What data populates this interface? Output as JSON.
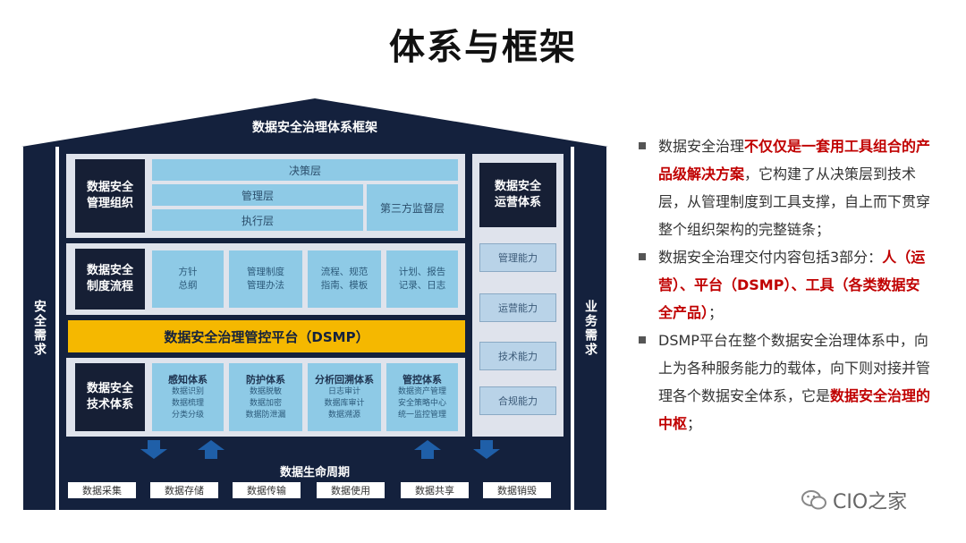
{
  "page_title": "体系与框架",
  "framework": {
    "roof_title": "数据安全治理体系框架",
    "left_pillar": "安全需求",
    "right_pillar": "业务需求",
    "org": {
      "label": "数据安全\n管理组织",
      "decision": "决策层",
      "management": "管理层",
      "execution": "执行层",
      "third_party": "第三方监督层"
    },
    "process": {
      "label": "数据安全\n制度流程",
      "cells": [
        {
          "line1": "方针",
          "line2": "总纲"
        },
        {
          "line1": "管理制度",
          "line2": "管理办法"
        },
        {
          "line1": "流程、规范",
          "line2": "指南、模板"
        },
        {
          "line1": "计划、报告",
          "line2": "记录、日志"
        }
      ]
    },
    "platform": "数据安全治理管控平台（DSMP）",
    "tech": {
      "label": "数据安全\n技术体系",
      "cells": [
        {
          "head": "感知体系",
          "lines": [
            "数据识别",
            "数据梳理",
            "分类分级"
          ]
        },
        {
          "head": "防护体系",
          "lines": [
            "数据脱敏",
            "数据加密",
            "数据防泄漏"
          ]
        },
        {
          "head": "分析回溯体系",
          "lines": [
            "日志审计",
            "数据库审计",
            "数据溯源"
          ]
        },
        {
          "head": "管控体系",
          "lines": [
            "数据资产管理",
            "安全策略中心",
            "统一监控管理"
          ]
        }
      ]
    },
    "ops": {
      "label": "数据安全\n运营体系",
      "capabilities": [
        "管理能力",
        "运营能力",
        "技术能力",
        "合规能力"
      ]
    },
    "lifecycle": {
      "title": "数据生命周期",
      "stages": [
        "数据采集",
        "数据存储",
        "数据传输",
        "数据使用",
        "数据共享",
        "数据销毁"
      ]
    }
  },
  "bullets": [
    {
      "parts": [
        {
          "t": "数据安全治理",
          "red": false
        },
        {
          "t": "不仅仅是一套用工具组合的产品级解决方案",
          "red": true
        },
        {
          "t": "，它构建了从决策层到技术层，从管理制度到工具支撑，自上而下贯穿整个组织架构的完整链条；",
          "red": false
        }
      ]
    },
    {
      "parts": [
        {
          "t": "数据安全治理交付内容包括3部分：",
          "red": false
        },
        {
          "t": "人（运营）、平台（DSMP）、工具（各类数据安全产品）",
          "red": true
        },
        {
          "t": "；",
          "red": false
        }
      ]
    },
    {
      "parts": [
        {
          "t": "DSMP平台在整个数据安全治理体系中，向上为各种服务能力的载体，向下则对接并管理各个数据安全体系，它是",
          "red": false
        },
        {
          "t": "数据安全治理的中枢",
          "red": true
        },
        {
          "t": "；",
          "red": false
        }
      ]
    }
  ],
  "watermark": "CIO之家",
  "colors": {
    "navy": "#14213d",
    "light_blue": "#8ecae6",
    "platform_yellow": "#f5b800",
    "accent_red": "#c00000",
    "arrow_blue": "#1f5fa8"
  }
}
